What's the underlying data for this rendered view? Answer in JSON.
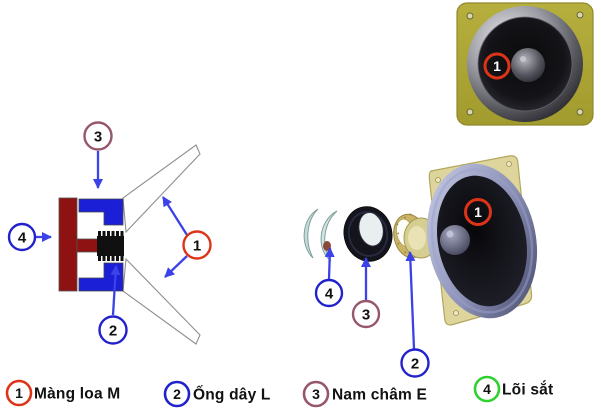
{
  "callouts": {
    "n1": "1",
    "n2": "2",
    "n3": "3",
    "n4": "4"
  },
  "colors": {
    "background": "#ffffff",
    "callout_red": "#dd3418",
    "callout_blue": "#2222cc",
    "callout_purple": "#96566e",
    "callout_green": "#2fd12f",
    "arrow_blue": "#3a42e8",
    "magnet_blue": "#1b1fd6",
    "core_red": "#8e1212",
    "coil_black": "#101010",
    "cone_outline": "#8f8f8f",
    "photo_frame_olive": "#b0a935",
    "exploded_frame_beige": "#ded59c"
  },
  "legend": {
    "items": [
      {
        "number": "1",
        "label": "Màng loa M",
        "ring_color": "#dd3418"
      },
      {
        "number": "2",
        "label": "Ống dây L",
        "ring_color": "#2222cc"
      },
      {
        "number": "3",
        "label": "Nam châm E",
        "ring_color": "#96566e"
      },
      {
        "number": "4",
        "label": "Lõi sắt",
        "ring_color": "#2fd12f"
      }
    ]
  }
}
